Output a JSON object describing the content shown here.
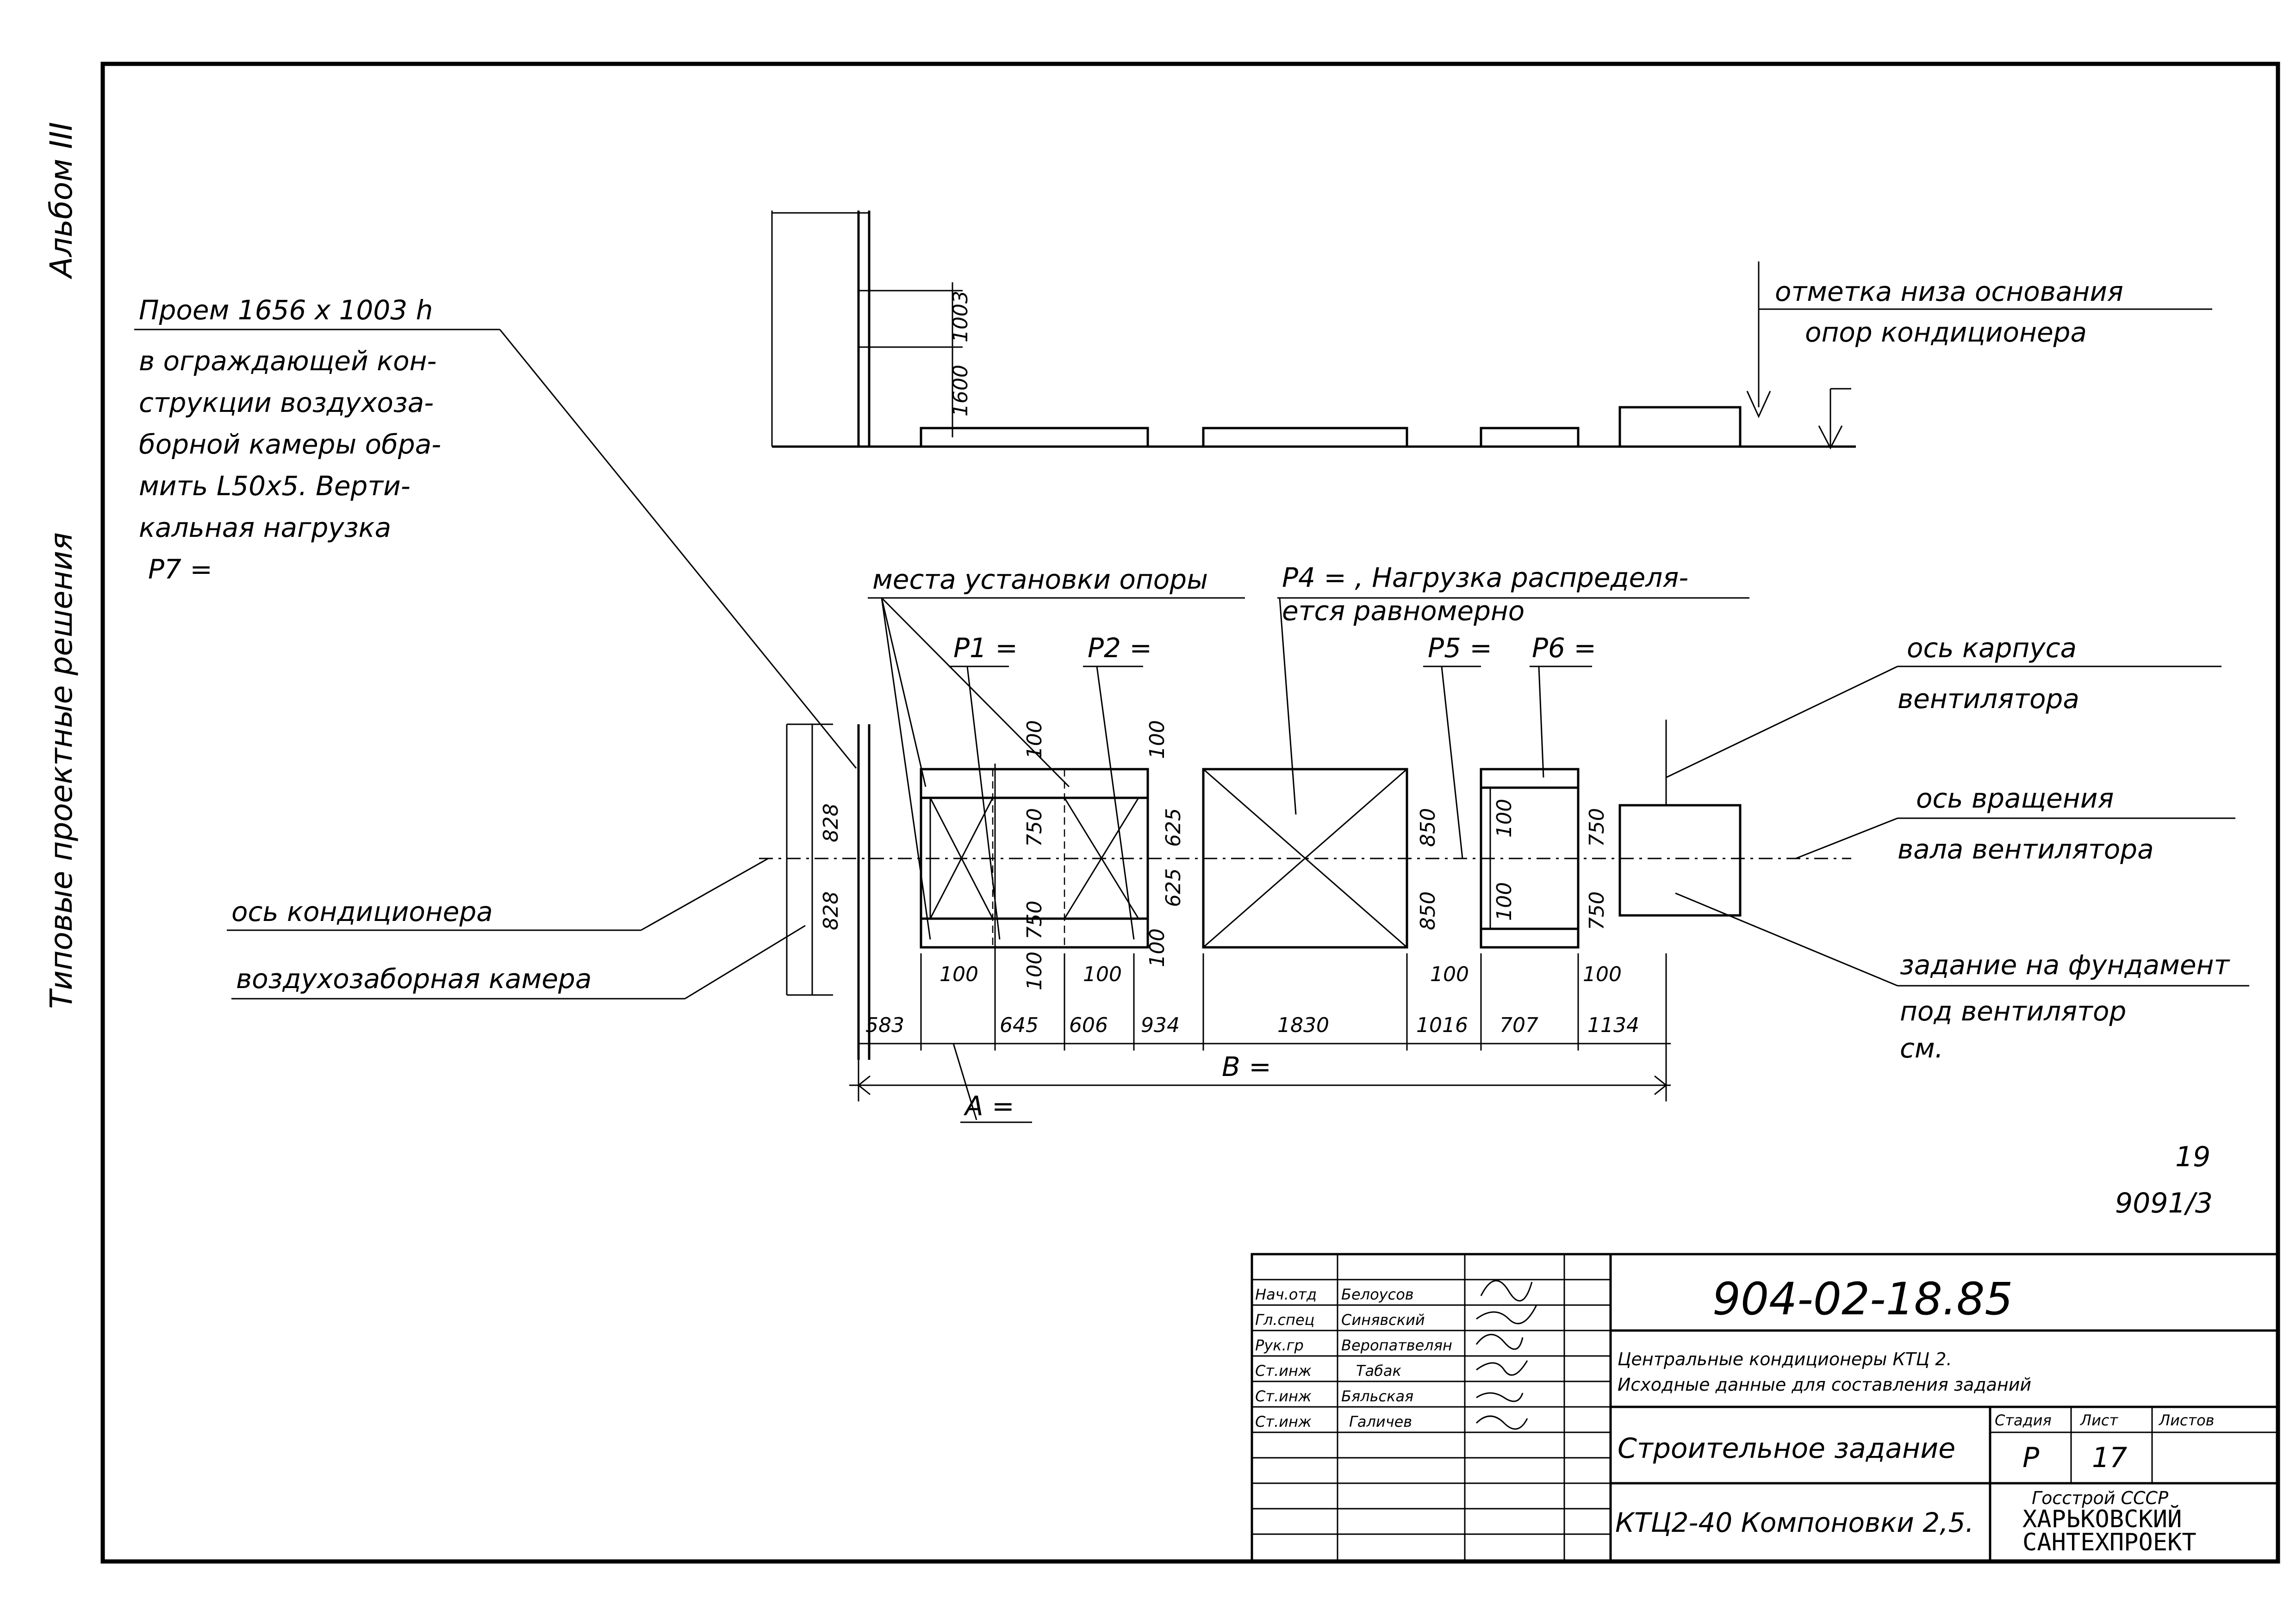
{
  "margin": {
    "album": "Альбом III",
    "series": "Типовые проектные решения"
  },
  "notes": {
    "opening_lines": [
      "Проем 1656 x 1003 h",
      "в ограждающей кон-",
      "струкции воздухоза-",
      "борной камеры обра-",
      "мить L50x5. Верти-",
      "кальная нагрузка",
      "P7 ="
    ],
    "base_level": [
      "отметка низа основания",
      "опор кондиционера"
    ],
    "support_places": "места установки опоры",
    "p4_load": [
      "P4 =        ,  Нагрузка распределя-",
      "ется равномерно"
    ],
    "fan_housing_axis": [
      "ось карпуса",
      "вентилятора"
    ],
    "shaft_axis": [
      "ось вращения",
      "вала вентилятора"
    ],
    "foundation_task": [
      "задание на фундамент",
      "под вентилятор",
      "см."
    ],
    "conditioner_axis": "ось кондиционера",
    "intake_chamber": "воздухозаборная камера",
    "sheet_ref": [
      "19",
      "9091/3"
    ]
  },
  "loads": {
    "p1": "P1 =",
    "p2": "P2 =",
    "p5": "P5 =",
    "p6": "P6 ="
  },
  "elevation_dims": {
    "h1600": "1600",
    "h1003": "1003"
  },
  "plan_dims": {
    "half_width_top": "828",
    "half_width_bottom": "828",
    "d100": "100",
    "d750": "750",
    "d625": "625",
    "d850": "850",
    "chain": [
      "583",
      "645",
      "606",
      "934",
      "1830",
      "1016",
      "707",
      "1134"
    ],
    "total_b": "B =",
    "total_a": "A ="
  },
  "title_block": {
    "code": "904-02-18.85",
    "rows": [
      {
        "role": "Нач.отд",
        "name": "Белоусов"
      },
      {
        "role": "Гл.спец",
        "name": "Синявский"
      },
      {
        "role": "Рук.гр",
        "name": "Веропатвелян"
      },
      {
        "role": "Ст.инж",
        "name": "Табак"
      },
      {
        "role": "Ст.инж",
        "name": "Бяльская"
      },
      {
        "role": "Ст.инж",
        "name": "Галичев"
      }
    ],
    "project_title": [
      "Центральные кондиционеры КТЦ 2.",
      "Исходные данные для составления заданий"
    ],
    "sheet_name": "Строительное задание",
    "stage_label": "Стадия",
    "sheet_label": "Лист",
    "sheets_label": "Листов",
    "stage": "Р",
    "sheet": "17",
    "sheets": "",
    "layout": "КТЦ2-40 Компоновки 2,5.",
    "org": [
      "Госстрой СССР",
      "ХАРЬКОВСКИЙ",
      "САНТЕХПРОЕКТ"
    ]
  }
}
